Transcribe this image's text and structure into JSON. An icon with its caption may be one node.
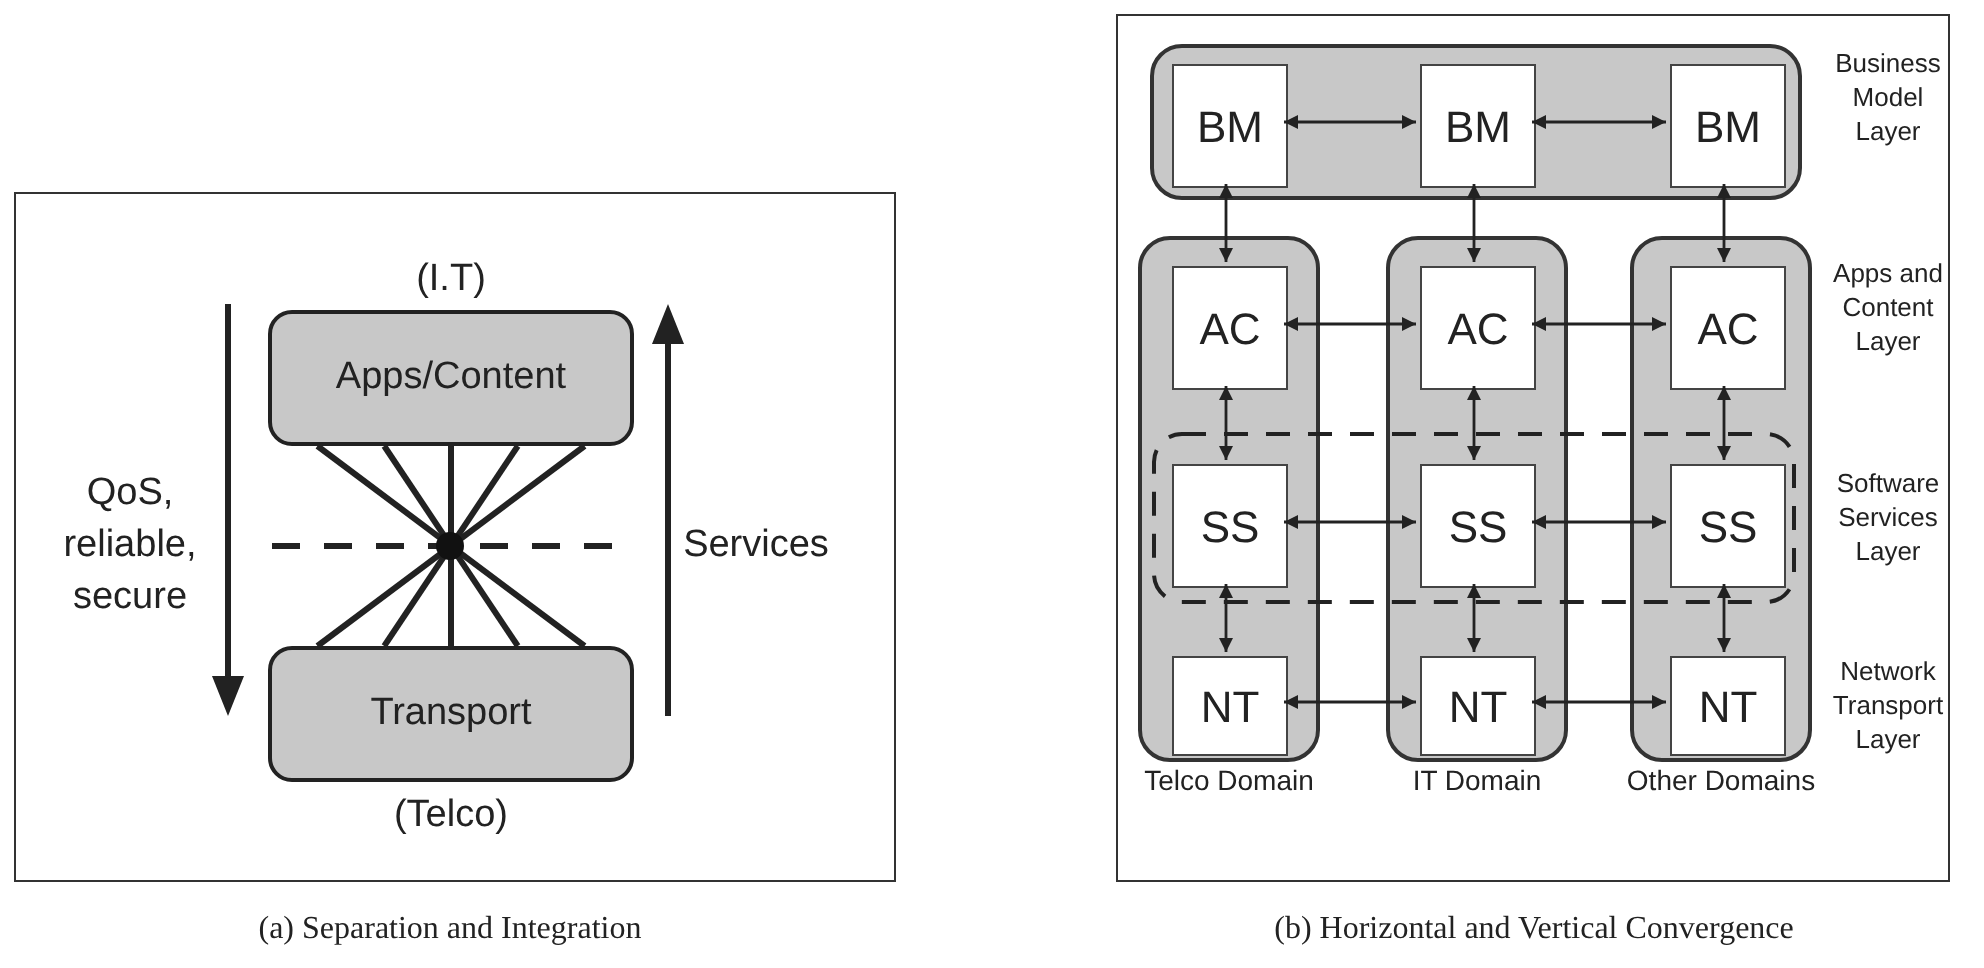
{
  "diagram": {
    "nodes": [
      {
        "text": [
          "Apps/Content"
        ],
        "beside": [
          "(I.T)"
        ]
      },
      {
        "text": [
          "Transport"
        ],
        "beside": [
          "(Telco)"
        ]
      },
      {
        "text": [],
        "shape": "box"
      },
      {
        "text": [
          "BM"
        ],
        "in": 2
      },
      {
        "text": [
          "BM"
        ],
        "in": 2
      },
      {
        "text": [
          "BM"
        ],
        "in": 2
      },
      {
        "text": [
          "Telco Domain"
        ]
      },
      {
        "text": [
          "AC"
        ],
        "in": 6
      },
      {
        "text": [
          "SS"
        ],
        "in": 6
      },
      {
        "text": [
          "NT"
        ],
        "in": 6
      },
      {
        "text": [
          "IT Domain"
        ]
      },
      {
        "text": [
          "AC"
        ],
        "in": 10
      },
      {
        "text": [
          "SS"
        ],
        "in": 10
      },
      {
        "text": [
          "NT"
        ],
        "in": 10
      },
      {
        "text": [
          "Other Domains"
        ]
      },
      {
        "text": [
          "AC"
        ],
        "in": 14
      },
      {
        "text": [
          "SS"
        ],
        "in": 14
      },
      {
        "text": [
          "NT"
        ],
        "in": 14
      }
    ],
    "edges": [
      {
        "from": 0,
        "to": 1,
        "arrow": "none",
        "style": "thick"
      },
      {
        "from": 0,
        "to": 1,
        "arrow": "none",
        "style": "thick"
      },
      {
        "from": 0,
        "to": 1,
        "arrow": "none",
        "style": "thick"
      },
      {
        "from": 0,
        "to": 1,
        "arrow": "none",
        "style": "thick"
      },
      {
        "from": 0,
        "to": 1,
        "arrow": "none",
        "style": "thick"
      },
      {
        "from": 3,
        "to": 4,
        "arrow": "both"
      },
      {
        "from": 4,
        "to": 5,
        "arrow": "both"
      },
      {
        "from": 3,
        "to": 7,
        "arrow": "both"
      },
      {
        "from": 4,
        "to": 11,
        "arrow": "both"
      },
      {
        "from": 5,
        "to": 15,
        "arrow": "both"
      },
      {
        "from": 7,
        "to": 11,
        "arrow": "both"
      },
      {
        "from": 11,
        "to": 15,
        "arrow": "both"
      },
      {
        "from": 7,
        "to": 8,
        "arrow": "both"
      },
      {
        "from": 11,
        "to": 12,
        "arrow": "both"
      },
      {
        "from": 15,
        "to": 16,
        "arrow": "both"
      },
      {
        "from": 8,
        "to": 12,
        "arrow": "both"
      },
      {
        "from": 12,
        "to": 16,
        "arrow": "both"
      },
      {
        "from": 8,
        "to": 9,
        "arrow": "both"
      },
      {
        "from": 12,
        "to": 13,
        "arrow": "both"
      },
      {
        "from": 16,
        "to": 17,
        "arrow": "both"
      },
      {
        "from": 9,
        "to": 13,
        "arrow": "both"
      },
      {
        "from": 13,
        "to": 17,
        "arrow": "both"
      }
    ],
    "labels": [
      "QoS, reliable, secure",
      "Services",
      "Business Model Layer",
      "Apps and Content Layer",
      "Software Services Layer",
      "Network Transport Layer",
      "(a) Separation and Integration",
      "(b) Horizontal and Vertical Convergence"
    ]
  }
}
